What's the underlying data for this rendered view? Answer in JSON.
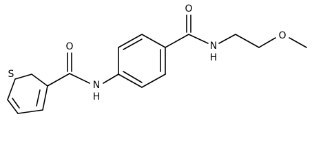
{
  "molecule": {
    "atoms": {
      "s1": "S",
      "o1": "O",
      "n1": "N",
      "h1": "H",
      "o2": "O",
      "n2": "N",
      "h2": "H",
      "o3": "O"
    }
  },
  "colors": {
    "bond": "#000000",
    "label": "#000000",
    "background": "#ffffff"
  }
}
